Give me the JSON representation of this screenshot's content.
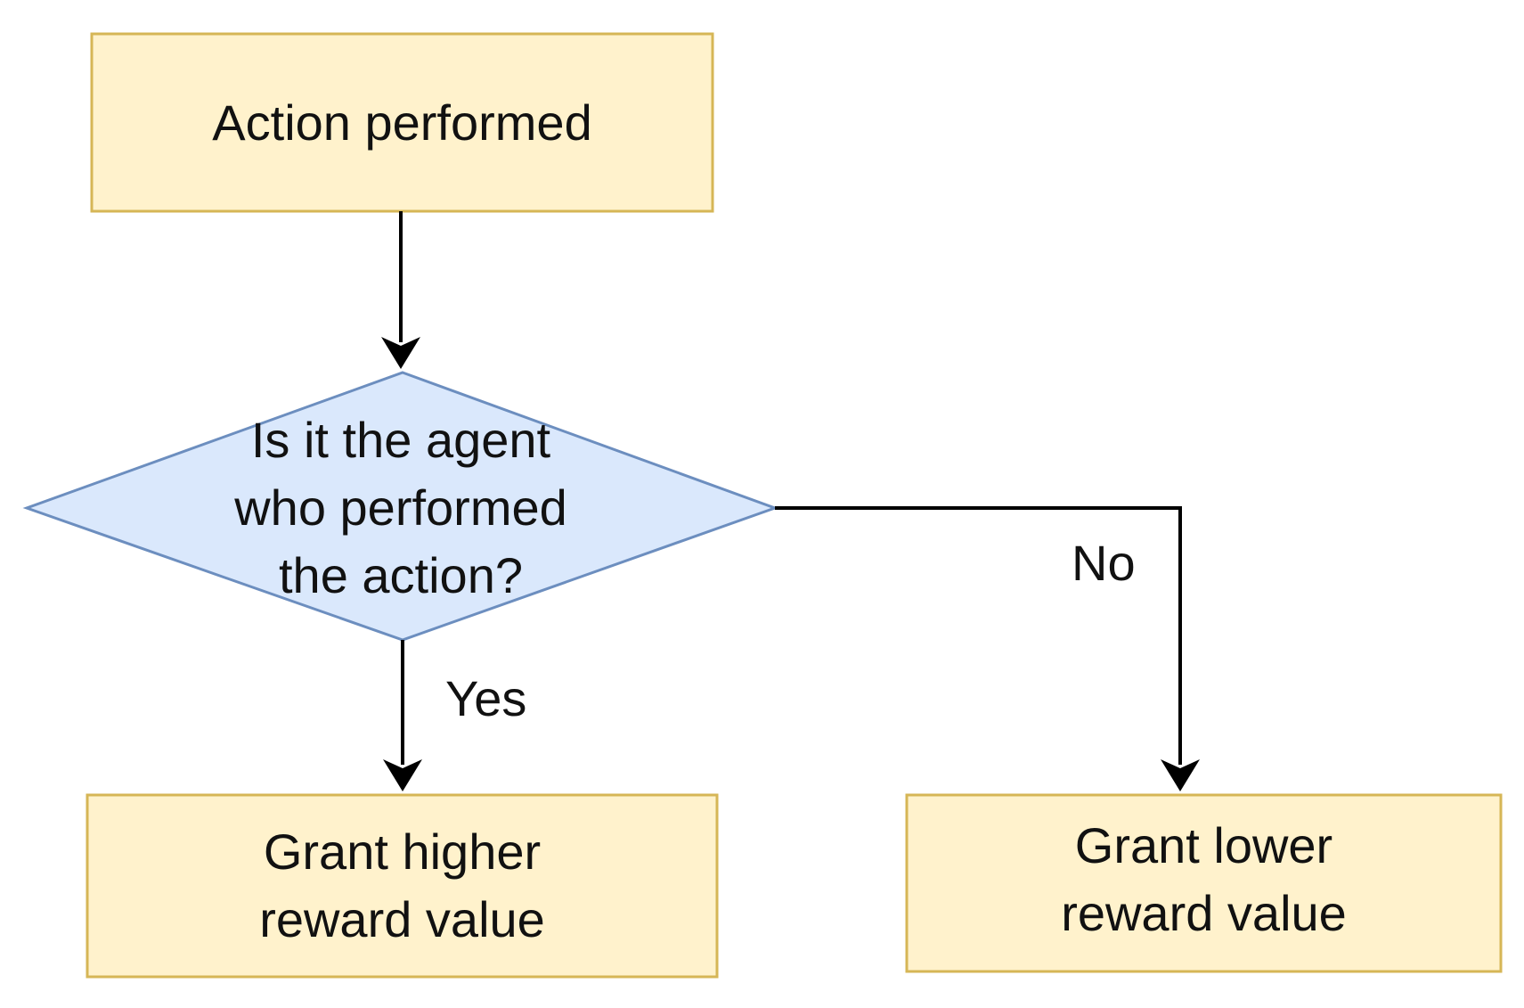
{
  "colors": {
    "process_fill": "#fff2cc",
    "process_stroke": "#d6b656",
    "decision_fill": "#dae8fc",
    "decision_stroke": "#6c8ebf",
    "edge": "#000000",
    "text": "#111111"
  },
  "nodes": {
    "start": {
      "label": "Action performed"
    },
    "decision": {
      "label": "Is it the agent\nwho performed\nthe action?"
    },
    "yes_outcome": {
      "label": "Grant higher\nreward value"
    },
    "no_outcome": {
      "label": "Grant lower\nreward value"
    }
  },
  "edges": {
    "yes": {
      "label": "Yes"
    },
    "no": {
      "label": "No"
    }
  }
}
